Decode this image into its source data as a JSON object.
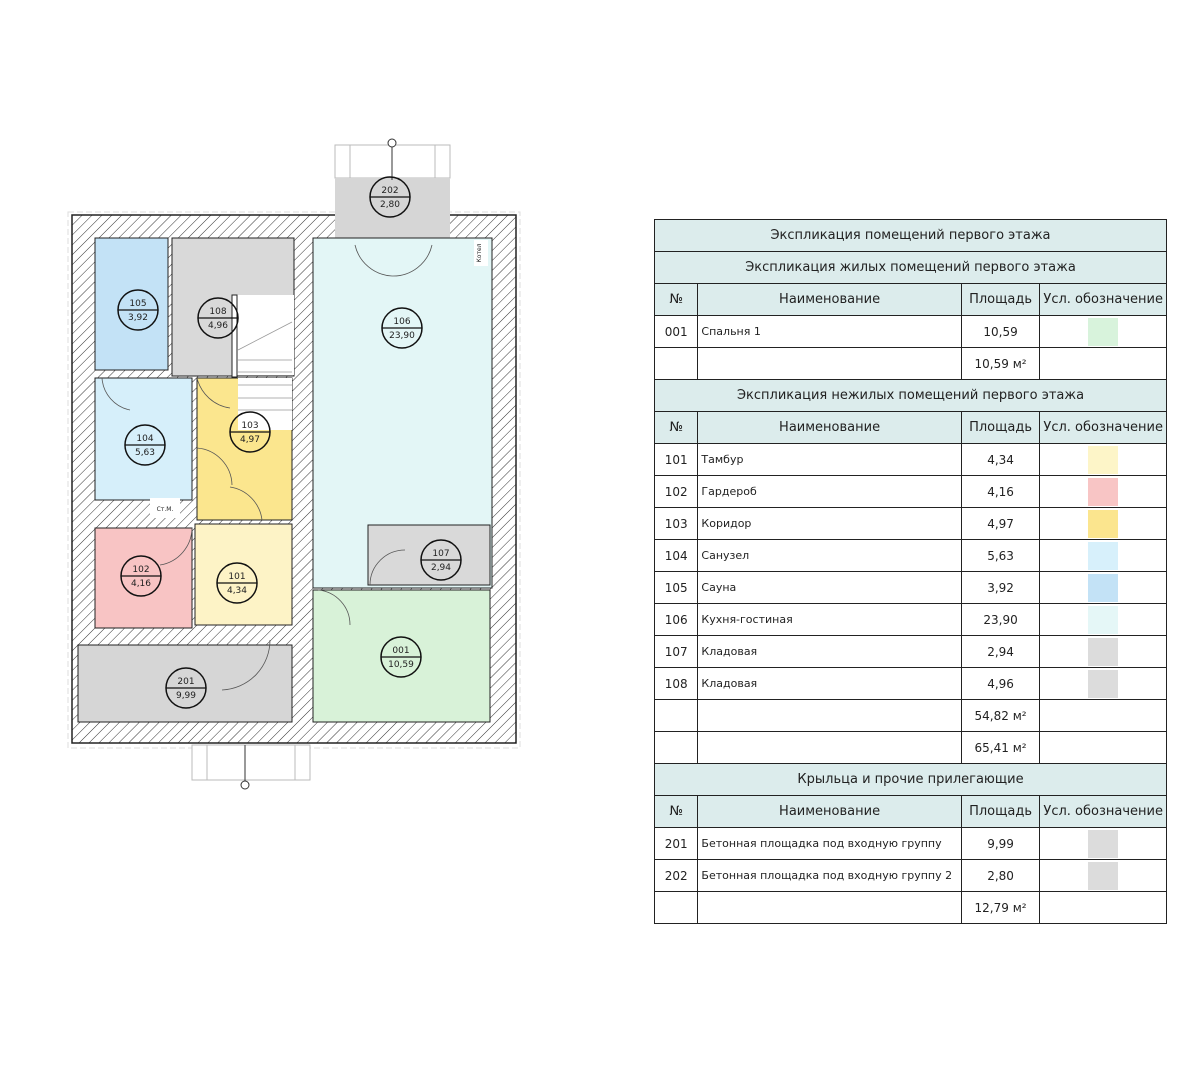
{
  "plan": {
    "rooms": [
      {
        "id": "202",
        "area": "2,80",
        "color": "#d6d6d6"
      },
      {
        "id": "105",
        "area": "3,92",
        "color": "#c3e2f6"
      },
      {
        "id": "108",
        "area": "4,96",
        "color": "#d9d9d9"
      },
      {
        "id": "106",
        "area": "23,90",
        "color": "#e3f6f6"
      },
      {
        "id": "104",
        "area": "5,63",
        "color": "#d6effa"
      },
      {
        "id": "103",
        "area": "4,97",
        "color": "#fbe68e"
      },
      {
        "id": "107",
        "area": "2,94",
        "color": "#d9d9d9"
      },
      {
        "id": "102",
        "area": "4,16",
        "color": "#f8c4c4"
      },
      {
        "id": "101",
        "area": "4,34",
        "color": "#fdf3c6"
      },
      {
        "id": "201",
        "area": "9,99",
        "color": "#d6d6d6"
      },
      {
        "id": "001",
        "area": "10,59",
        "color": "#d8f2d8"
      }
    ],
    "labels": {
      "boiler": "Котел",
      "washer": "Ст.М."
    }
  },
  "table": {
    "title": "Экспликация помещений первого этажа",
    "columns": [
      "№",
      "Наименование",
      "Площадь",
      "Усл. обозначение"
    ],
    "sections": [
      {
        "title": "Экспликация жилых помещений первого этажа",
        "rows": [
          {
            "no": "001",
            "name": "Спальня 1",
            "area": "10,59",
            "color": "#d8f3dc"
          }
        ],
        "totals": [
          "10,59 м²"
        ]
      },
      {
        "title": "Экспликация нежилых помещений первого этажа",
        "rows": [
          {
            "no": "101",
            "name": "Тамбур",
            "area": "4,34",
            "color": "#fdf5c8"
          },
          {
            "no": "102",
            "name": "Гардероб",
            "area": "4,16",
            "color": "#f8c5c5"
          },
          {
            "no": "103",
            "name": "Коридор",
            "area": "4,97",
            "color": "#fbe58e"
          },
          {
            "no": "104",
            "name": "Санузел",
            "area": "5,63",
            "color": "#d7f0fb"
          },
          {
            "no": "105",
            "name": "Сауна",
            "area": "3,92",
            "color": "#c3e2f6"
          },
          {
            "no": "106",
            "name": "Кухня-гостиная",
            "area": "23,90",
            "color": "#e5f7f7"
          },
          {
            "no": "107",
            "name": "Кладовая",
            "area": "2,94",
            "color": "#dcdcdc"
          },
          {
            "no": "108",
            "name": "Кладовая",
            "area": "4,96",
            "color": "#dcdcdc"
          }
        ],
        "totals": [
          "54,82 м²",
          "65,41 м²"
        ]
      },
      {
        "title": "Крыльца и прочие прилегающие",
        "rows": [
          {
            "no": "201",
            "name": "Бетонная площадка под входную группу",
            "area": "9,99",
            "color": "#dcdcdc"
          },
          {
            "no": "202",
            "name": "Бетонная площадка под входную группу 2",
            "area": "2,80",
            "color": "#dcdcdc"
          }
        ],
        "totals": [
          "12,79 м²"
        ]
      }
    ]
  }
}
